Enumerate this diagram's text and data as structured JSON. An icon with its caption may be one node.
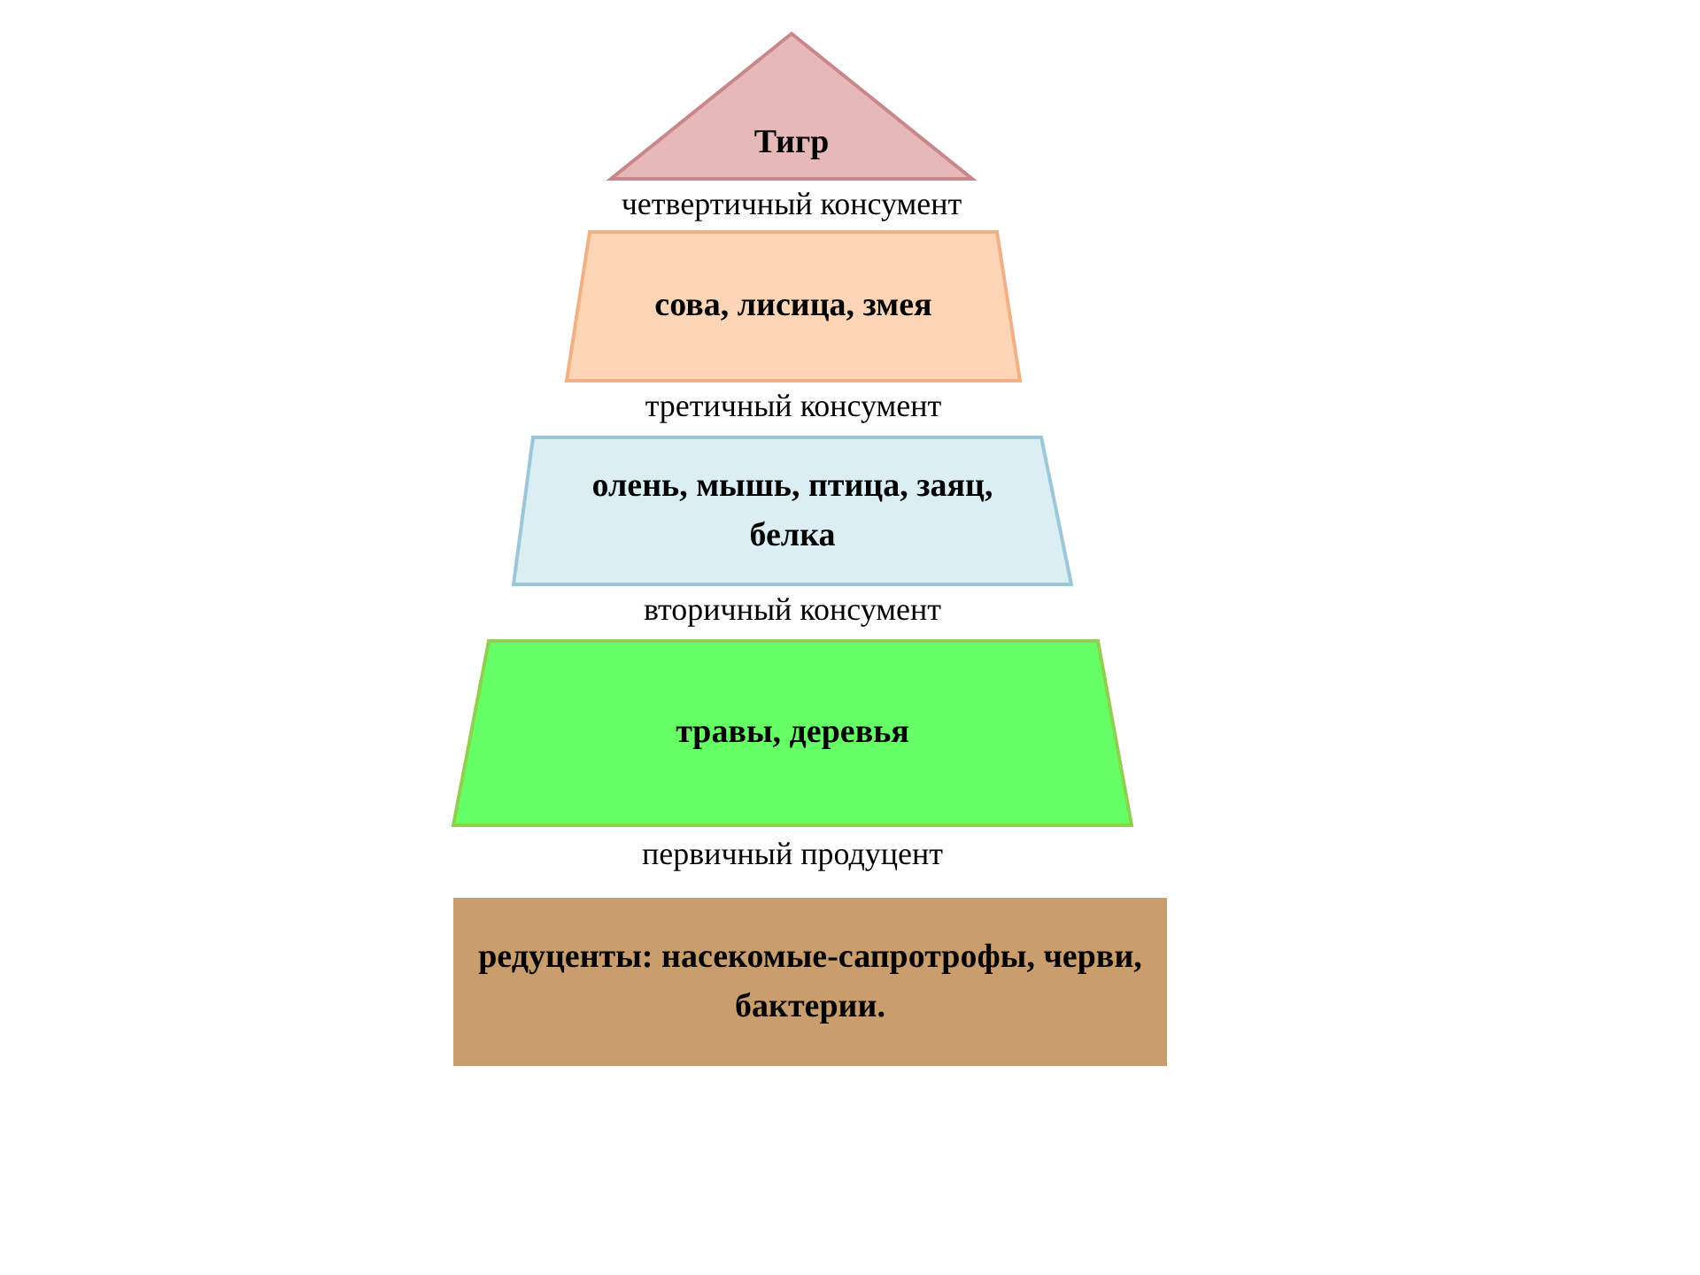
{
  "diagram": {
    "nodes": [
      {
        "text": [
          "Тигр"
        ],
        "beside": [
          "четвертичный консумент"
        ]
      },
      {
        "text": [
          "сова, лисица, змея"
        ],
        "beside": [
          "третичный консумент"
        ]
      },
      {
        "text": [
          "олень, мышь, птица, заяц, белка"
        ],
        "beside": [
          "вторичный консумент"
        ]
      },
      {
        "text": [
          "травы, деревья"
        ],
        "beside": [
          "первичный продуцент"
        ]
      },
      {
        "text": [
          "редуценты: насекомые-сапротрофы, черви, бактерии."
        ]
      }
    ]
  }
}
